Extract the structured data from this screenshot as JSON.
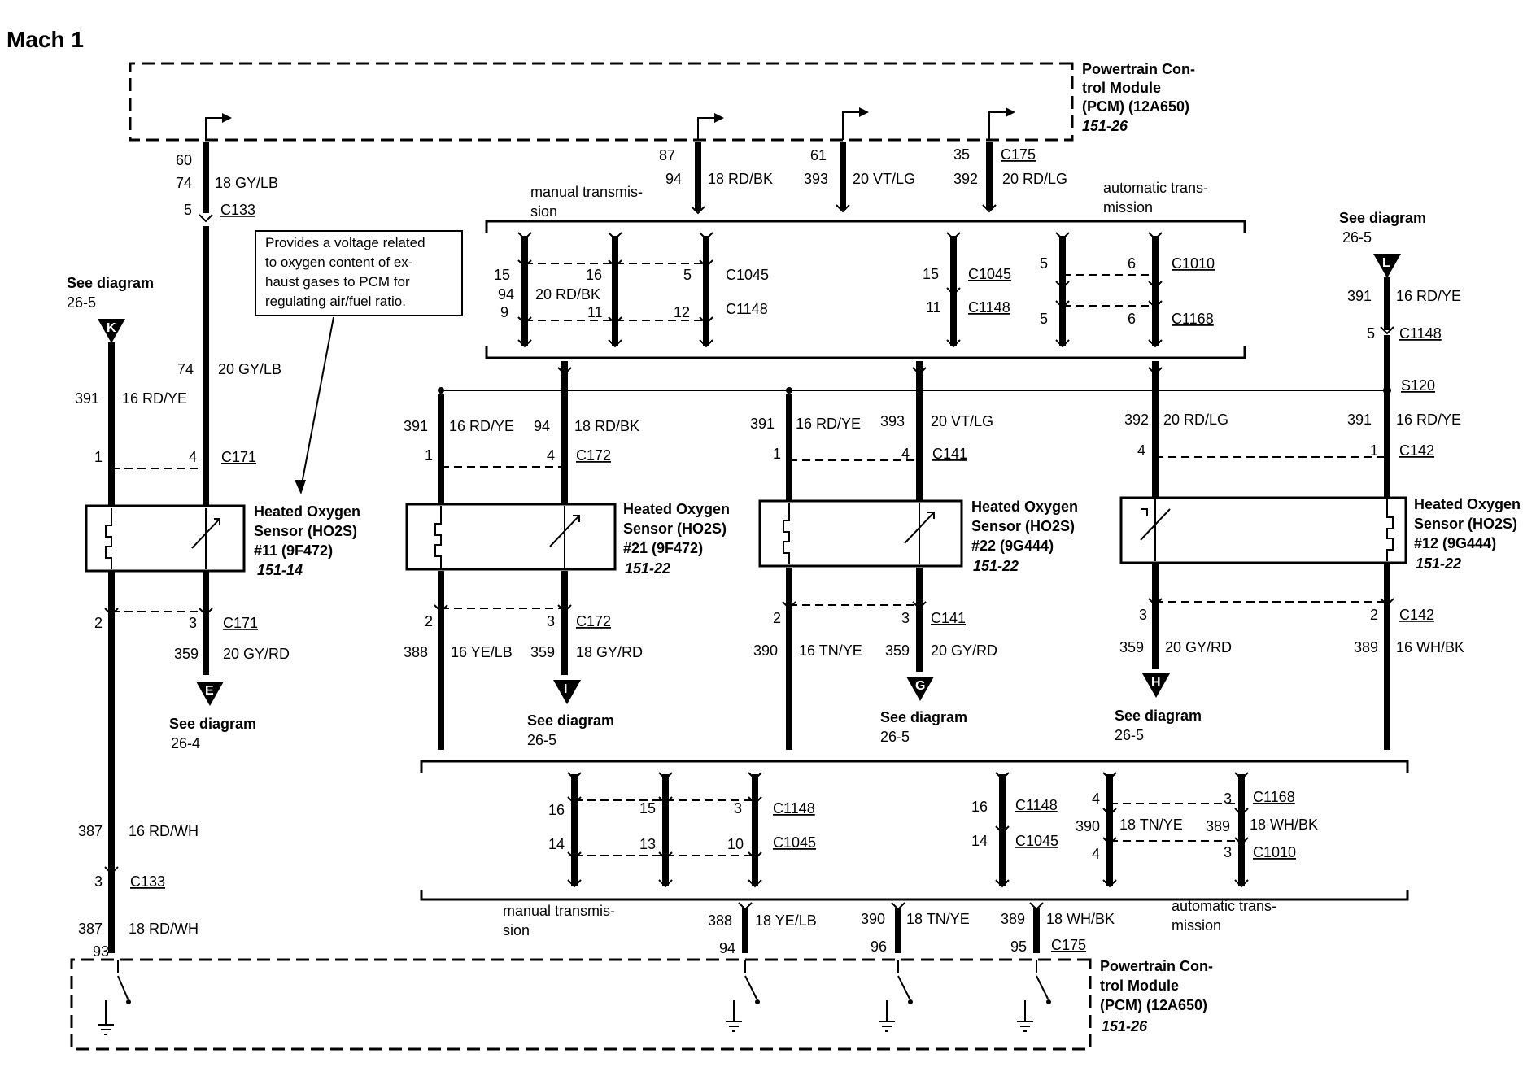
{
  "title": "Mach 1",
  "pcm": {
    "top": {
      "line1": "Powertrain Con-",
      "line2": "trol Module",
      "line3": "(PCM) (12A650)",
      "ref": "151-26"
    },
    "bottom": {
      "line1": "Powertrain Con-",
      "line2": "trol Module",
      "line3": "(PCM) (12A650)",
      "ref": "151-26"
    }
  },
  "note": {
    "line1": "Provides a voltage related",
    "line2": "to oxygen content of ex-",
    "line3": "haust gases to PCM for",
    "line4": "regulating air/fuel ratio."
  },
  "labels": {
    "manual_top": [
      "manual transmis-",
      "sion"
    ],
    "auto_top": [
      "automatic trans-",
      "mission"
    ],
    "manual_bottom": [
      "manual transmis-",
      "sion"
    ],
    "auto_bottom": [
      "automatic trans-",
      "mission"
    ]
  },
  "refs": {
    "K": {
      "letter": "K",
      "line1": "See diagram",
      "line2": "26-5"
    },
    "L": {
      "letter": "L",
      "line1": "See diagram",
      "line2": "26-5"
    },
    "E": {
      "letter": "E",
      "line1": "See diagram",
      "line2": "26-4"
    },
    "I": {
      "letter": "I",
      "line1": "See diagram",
      "line2": "26-5"
    },
    "G": {
      "letter": "G",
      "line1": "See diagram",
      "line2": "26-5"
    },
    "H": {
      "letter": "H",
      "line1": "See diagram",
      "line2": "26-5"
    }
  },
  "sensors": {
    "s11": {
      "line1": "Heated Oxygen",
      "line2": "Sensor (HO2S)",
      "line3": "#11 (9F472)",
      "ref": "151-14"
    },
    "s21": {
      "line1": "Heated Oxygen",
      "line2": "Sensor (HO2S)",
      "line3": "#21 (9F472)",
      "ref": "151-22"
    },
    "s22": {
      "line1": "Heated Oxygen",
      "line2": "Sensor (HO2S)",
      "line3": "#22 (9G444)",
      "ref": "151-22"
    },
    "s12": {
      "line1": "Heated Oxygen",
      "line2": "Sensor (HO2S)",
      "line3": "#12 (9G444)",
      "ref": "151-22"
    }
  },
  "texts": {
    "p60": "60",
    "p74a": "74",
    "c74a": "18 GY/LB",
    "p5a": "5",
    "c133a": "C133",
    "p87": "87",
    "p94a": "94",
    "c94a": "18 RD/BK",
    "p61": "61",
    "p393a": "393",
    "c393a": "20 VT/LG",
    "p35": "35",
    "c175a": "C175",
    "p392a": "392",
    "c392a": "20 RD/LG",
    "m15": "15",
    "m94": "94",
    "m9": "9",
    "m20rdbk": "20 RD/BK",
    "m16": "16",
    "m11": "11",
    "m5": "5",
    "m12": "12",
    "mc1045": "C1045",
    "mc1148": "C1148",
    "a15": "15",
    "a11": "11",
    "ac1045": "C1045",
    "ac1148": "C1148",
    "a5a": "5",
    "a6a": "6",
    "ac1010": "C1010",
    "a5b": "5",
    "a6b": "6",
    "ac1168": "C1168",
    "p391L": "391",
    "c391L": "16 RD/YE",
    "p5L": "5",
    "c1148L": "C1148",
    "s120": "S120",
    "p74b": "74",
    "c74b": "20 GY/LB",
    "p391K": "391",
    "c391K": "16 RD/YE",
    "p1a": "1",
    "p4a": "4",
    "c171a": "C171",
    "p2a": "2",
    "p3a": "3",
    "c171b": "C171",
    "p359a": "359",
    "c359a": "20 GY/RD",
    "p391b": "391",
    "c391b": "16 RD/YE",
    "p94b": "94",
    "c94b": "18 RD/BK",
    "p1b": "1",
    "p4b": "4",
    "c172a": "C172",
    "p2b": "2",
    "p3b": "3",
    "c172b": "C172",
    "p388a": "388",
    "c388a": "16 YE/LB",
    "p359b": "359",
    "c359b": "18 GY/RD",
    "p391c": "391",
    "c391c": "16 RD/YE",
    "p393b": "393",
    "c393b": "20 VT/LG",
    "p1c": "1",
    "p4c": "4",
    "c141a": "C141",
    "p2c": "2",
    "p3c": "3",
    "c141b": "C141",
    "p390a": "390",
    "c390a": "16 TN/YE",
    "p359c": "359",
    "c359c": "20 GY/RD",
    "p392b": "392",
    "c392b": "20 RD/LG",
    "p391d": "391",
    "c391d": "16 RD/YE",
    "p4d": "4",
    "p1d": "1",
    "c142a": "C142",
    "p3d": "3",
    "p2d": "2",
    "c142b": "C142",
    "p359d": "359",
    "c359d": "20 GY/RD",
    "p389a": "389",
    "c389a": "16 WH/BK",
    "b16": "16",
    "b15": "15",
    "b3": "3",
    "bc1148": "C1148",
    "b14": "14",
    "b13": "13",
    "b10": "10",
    "bc1045": "C1045",
    "bb16": "16",
    "bbc1148": "C1148",
    "bb14": "14",
    "bbc1045": "C1045",
    "bb4a": "4",
    "bb3a": "3",
    "bbc1168": "C1168",
    "bb390": "390",
    "bbc390": "18 TN/YE",
    "bb389": "389",
    "bbc389": "18 WH/BK",
    "bb4b": "4",
    "bb3b": "3",
    "bbc1010": "C1010",
    "p387a": "387",
    "c387a": "16 RD/WH",
    "p3e": "3",
    "c133b": "C133",
    "p387b": "387",
    "c387b": "18 RD/WH",
    "p93": "93",
    "p388b": "388",
    "c388b": "18 YE/LB",
    "p94c": "94",
    "p390b": "390",
    "c390b": "18 TN/YE",
    "p96": "96",
    "p389b": "389",
    "c389b": "18 WH/BK",
    "p95": "95",
    "c175b": "C175"
  }
}
